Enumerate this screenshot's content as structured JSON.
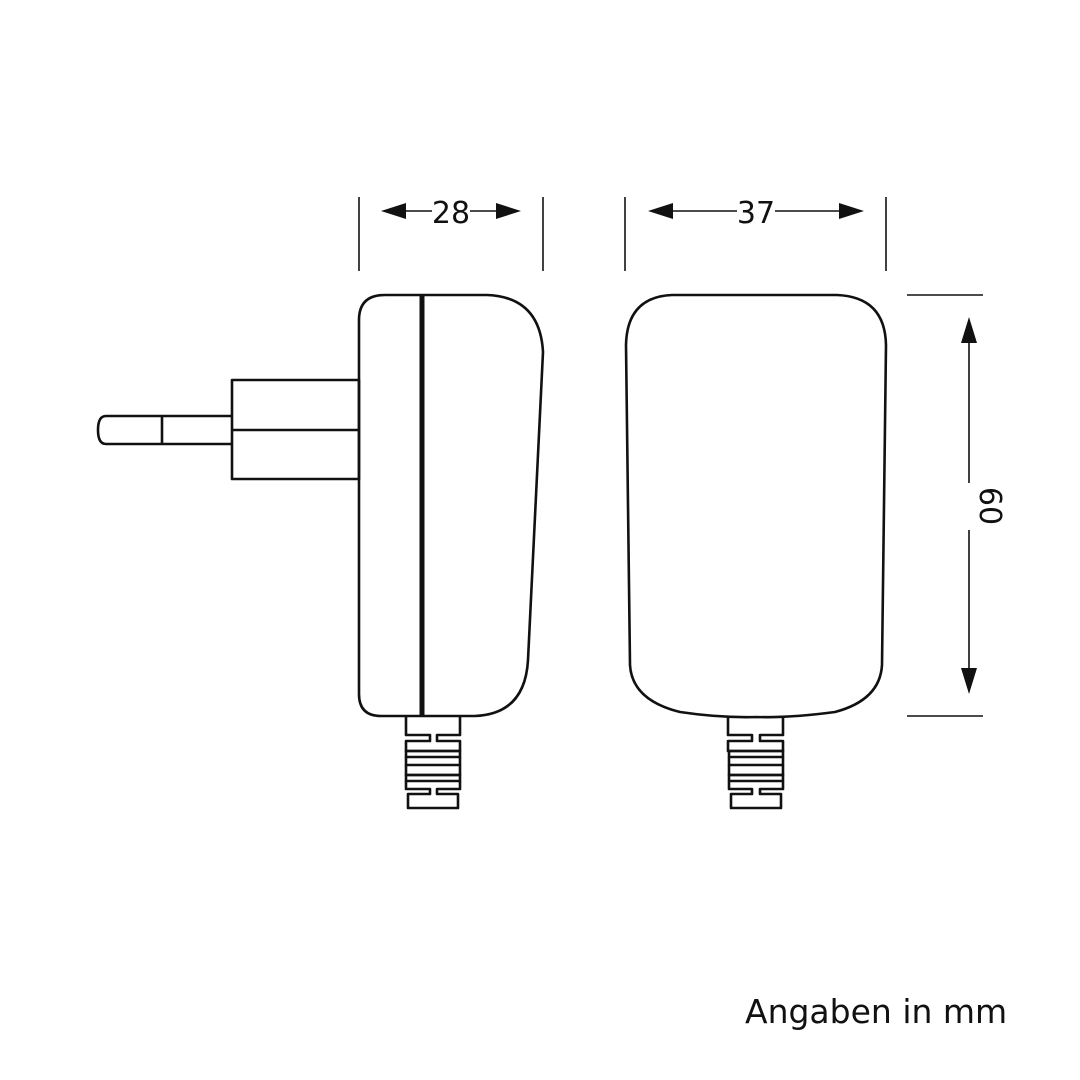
{
  "drawing": {
    "subject": "plug-in power adapter dimension drawing",
    "views": [
      {
        "name": "side-view",
        "dimension_label": "28",
        "dimension_axis": "depth"
      },
      {
        "name": "front-view",
        "dimension_label": "37",
        "dimension_axis": "width"
      }
    ],
    "height_dimension_label": "60",
    "unit_note": "Angaben in mm",
    "line_color": "#111111",
    "background_color": "#ffffff"
  }
}
